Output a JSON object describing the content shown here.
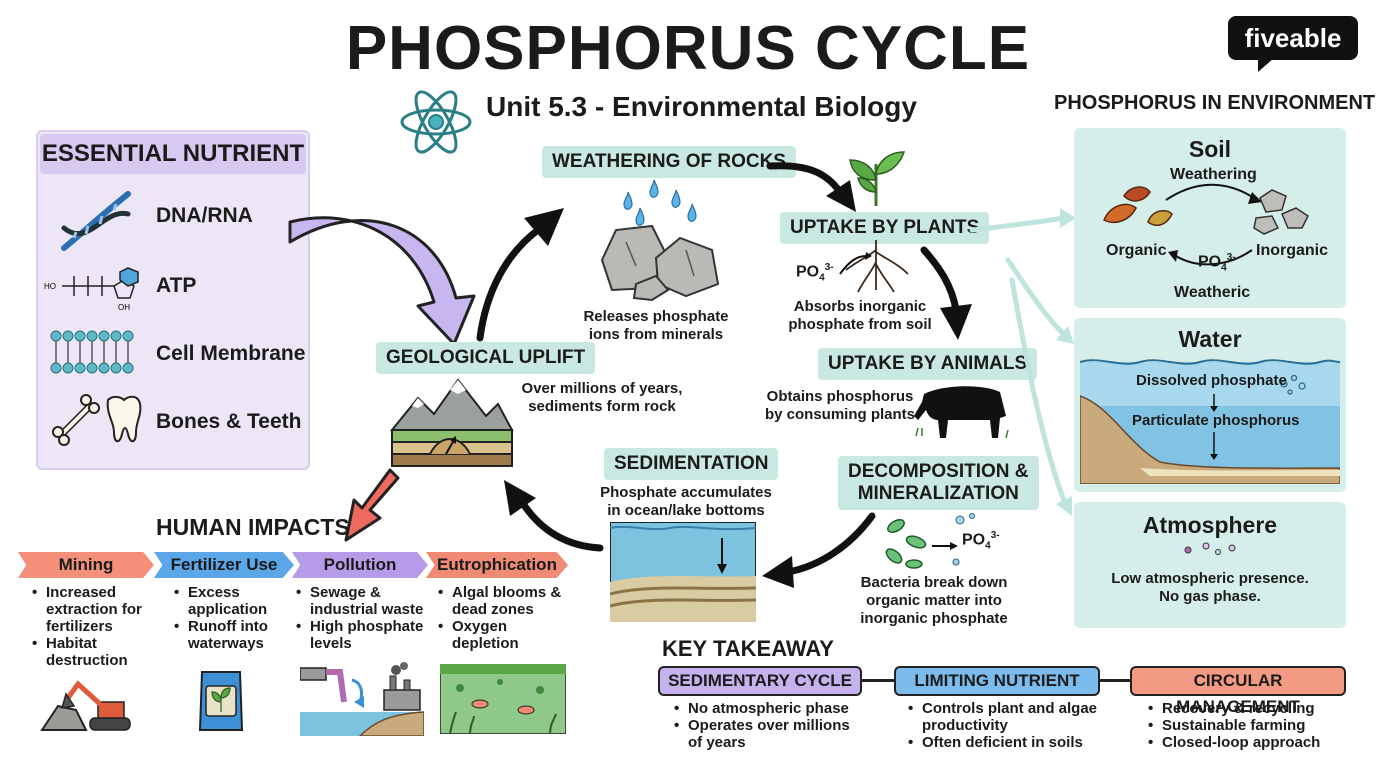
{
  "header": {
    "title": "PHOSPHORUS CYCLE",
    "subtitle": "Unit 5.3 - Environmental Biology",
    "brand": "fiveable"
  },
  "essential": {
    "heading": "ESSENTIAL NUTRIENT",
    "items": [
      "DNA/RNA",
      "ATP",
      "Cell Membrane",
      "Bones & Teeth"
    ],
    "atp_formula_left": "HO",
    "atp_formula_right": "OH"
  },
  "cycle": {
    "weathering": {
      "label": "WEATHERING OF ROCKS",
      "caption": [
        "Releases phosphate",
        "ions from minerals"
      ]
    },
    "uptake_plants": {
      "label": "UPTAKE BY PLANTS",
      "chem": "PO",
      "caption": [
        "Absorbs inorganic",
        "phosphate from soil"
      ]
    },
    "uptake_animals": {
      "label": "UPTAKE BY ANIMALS",
      "caption": [
        "Obtains phosphorus",
        "by consuming plants"
      ]
    },
    "decomposition": {
      "label": [
        "DECOMPOSITION &",
        "MINERALIZATION"
      ],
      "chem": "PO",
      "caption": [
        "Bacteria break down",
        "organic matter into",
        "inorganic phosphate"
      ]
    },
    "sedimentation": {
      "label": "SEDIMENTATION",
      "caption": [
        "Phosphate accumulates",
        "in ocean/lake bottoms"
      ]
    },
    "uplift": {
      "label": "GEOLOGICAL UPLIFT",
      "caption": [
        "Over millions of years,",
        "sediments form rock"
      ]
    }
  },
  "environment": {
    "heading": "PHOSPHORUS IN ENVIRONMENT",
    "soil": {
      "title": "Soil",
      "top": "Weathering",
      "left": "Organic",
      "right": "Inorganic",
      "chem": "PO",
      "bottom": "Weatheric"
    },
    "water": {
      "title": "Water",
      "dissolved": "Dissolved phosphate",
      "particulate": "Particulate phosphorus"
    },
    "atmosphere": {
      "title": "Atmosphere",
      "text": [
        "Low atmospheric presence.",
        "No gas phase."
      ]
    }
  },
  "human": {
    "heading": "HUMAN IMPACTS",
    "items": [
      {
        "label": "Mining",
        "points": [
          "Increased extraction for fertilizers",
          "Habitat destruction"
        ]
      },
      {
        "label": "Fertilizer Use",
        "points": [
          "Excess application",
          "Runoff into waterways"
        ]
      },
      {
        "label": "Pollution",
        "points": [
          "Sewage & industrial waste",
          "High phosphate levels"
        ]
      },
      {
        "label": "Eutrophication",
        "points": [
          "Algal blooms & dead zones",
          "Oxygen depletion"
        ]
      }
    ]
  },
  "takeaway": {
    "heading": "KEY TAKEAWAY",
    "items": [
      {
        "label": "SEDIMENTARY CYCLE",
        "points": [
          "No atmospheric phase",
          "Operates over millions of years"
        ]
      },
      {
        "label": "LIMITING NUTRIENT",
        "points": [
          "Controls plant and algae productivity",
          "Often deficient in soils"
        ]
      },
      {
        "label": "CIRCULAR MANAGEMENT",
        "points": [
          "Recovery & recycling",
          "Sustainable farming",
          "Closed-loop approach"
        ]
      }
    ]
  },
  "colors": {
    "teal_tag": "#c9e8e2",
    "purple_panel": "#ece6f6",
    "mining": "#f4907a",
    "fertilizer": "#5aa6e6",
    "pollution": "#b69ce8",
    "eutrophication": "#ef8a74",
    "kt_sedimentary": "#c4b1ee",
    "kt_limiting": "#7cbcec",
    "kt_circular": "#f39a82"
  }
}
